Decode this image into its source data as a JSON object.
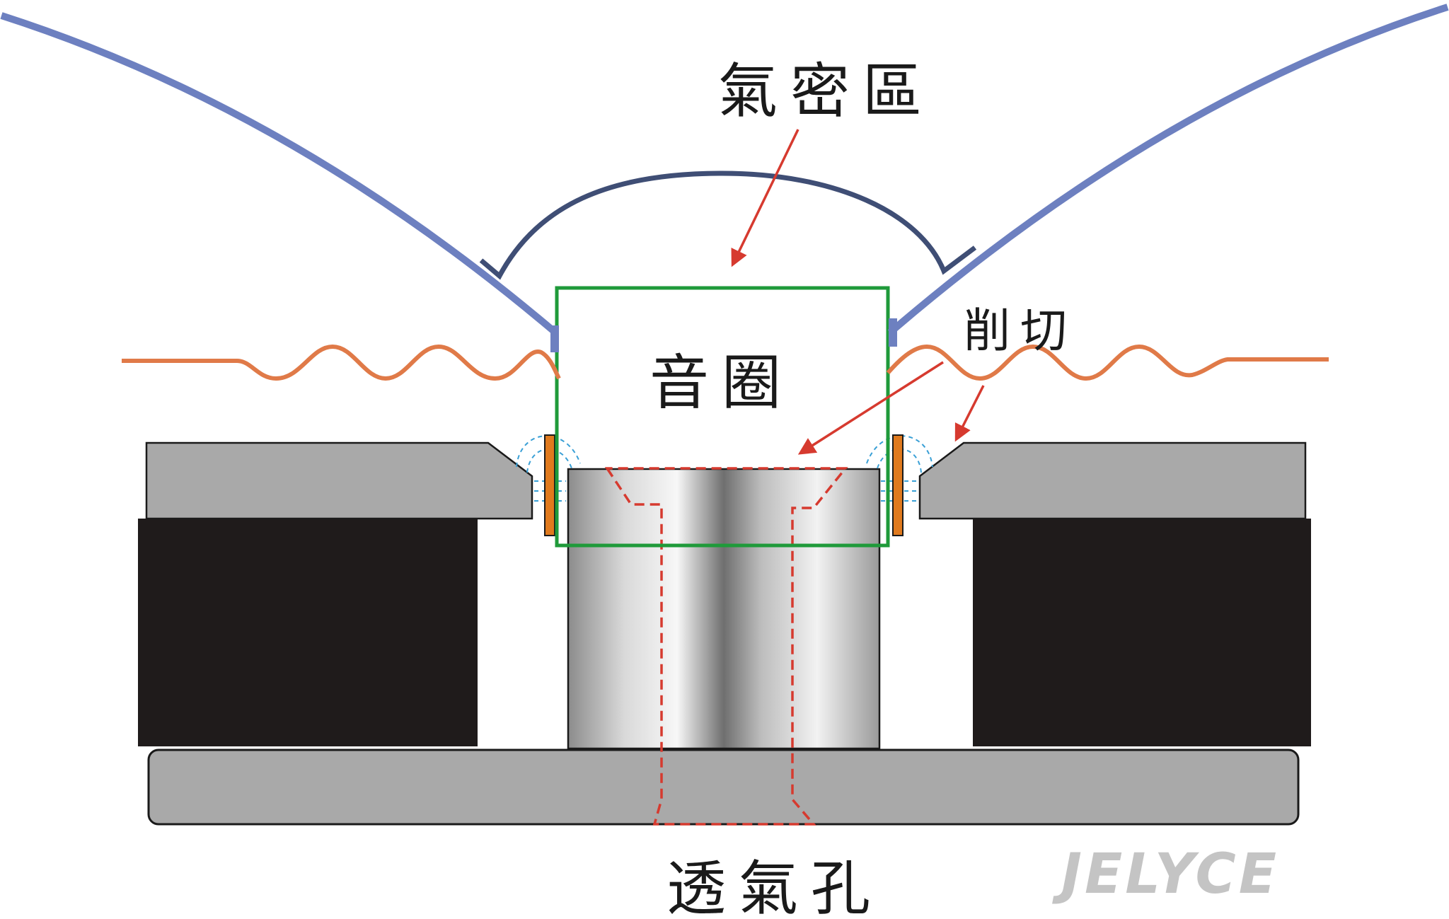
{
  "labels": {
    "airtight_zone": "氣密區",
    "voice_coil": "音圈",
    "cut": "削切",
    "vent_hole": "透氣孔"
  },
  "watermark": "JELYCE",
  "colors": {
    "cone": "#6d80c0",
    "dust_cap": "#3f4e75",
    "spider": "#e07a48",
    "voice_coil_outline": "#1f9a3a",
    "vent_dashed": "#d63a2f",
    "arrow": "#d63a2f",
    "top_plate": "#a9a9a9",
    "magnet": "#1f1b1b",
    "back_plate": "#a9a9a9",
    "pole_piece_light": "#f4f4f4",
    "pole_piece_dark": "#7a7a7a",
    "flux_lines": "#3aa0d6",
    "coil_winding": "#e07a1e"
  }
}
